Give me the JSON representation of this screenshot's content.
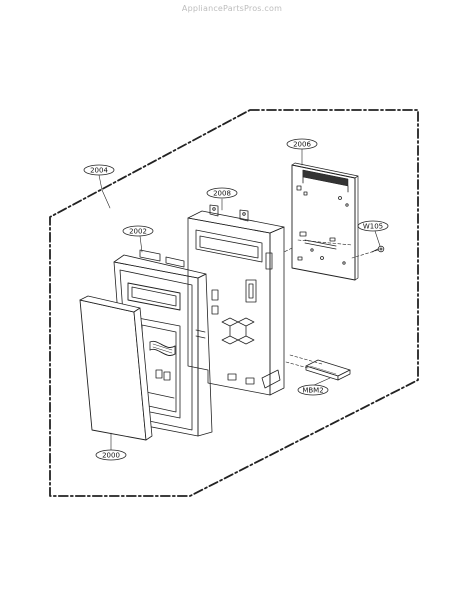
{
  "watermark": "AppliancePartsPros.com",
  "callouts": {
    "c2004": "2004",
    "c2008": "2008",
    "c2006": "2006",
    "c2002": "2002",
    "cW105": "W105",
    "cMBM2": "MBM2",
    "c2000": "2000"
  },
  "colors": {
    "line": "#222222",
    "background": "#ffffff",
    "watermark": "#bdbdbd"
  }
}
